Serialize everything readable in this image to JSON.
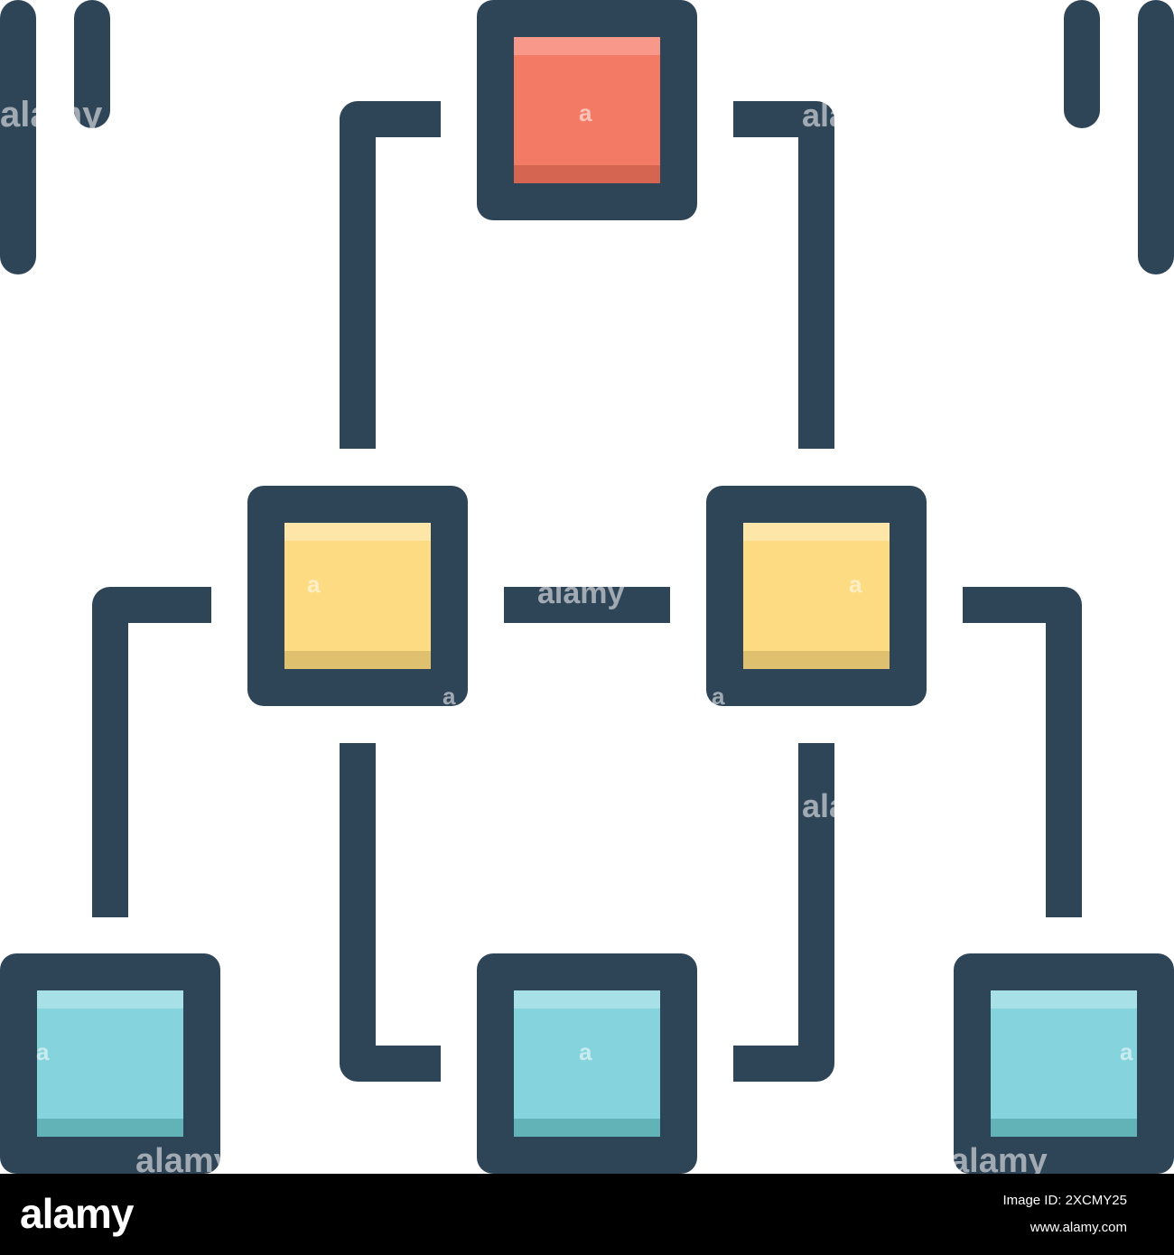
{
  "colors": {
    "stroke": "#2e4457",
    "root_fill": "#f37a65",
    "root_highlight": "#f7988a",
    "root_shade": "#d56450",
    "mid_fill": "#fddb82",
    "mid_highlight": "#fde6a8",
    "mid_shade": "#dfc06e",
    "leaf_fill": "#85d3dd",
    "leaf_highlight": "#a8e0e7",
    "leaf_shade": "#62b3b8",
    "footer_bg": "#000000",
    "footer_text": "#ffffff"
  },
  "diagram": {
    "nodes": [
      {
        "id": "root",
        "level": "top"
      },
      {
        "id": "mid-left",
        "level": "middle"
      },
      {
        "id": "mid-right",
        "level": "middle"
      },
      {
        "id": "leaf-left",
        "level": "bottom"
      },
      {
        "id": "leaf-center",
        "level": "bottom"
      },
      {
        "id": "leaf-right",
        "level": "bottom"
      }
    ]
  },
  "watermark": {
    "brand": "alamy",
    "mark": "a"
  },
  "footer": {
    "brand": "alamy",
    "image_id": "Image ID: 2XCMY25",
    "site": "www.alamy.com"
  }
}
